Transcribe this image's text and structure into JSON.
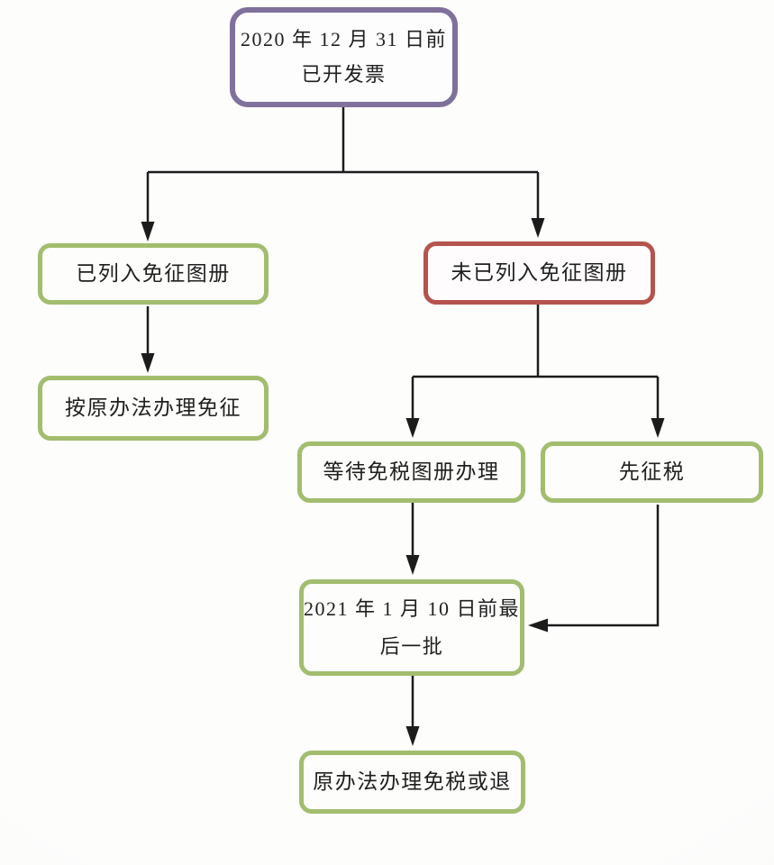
{
  "diagram": {
    "type": "flowchart",
    "direction": "top-down",
    "language": "zh-CN",
    "nodes": [
      {
        "id": "invoice-issued",
        "label": "2020 年 12 月 31 日前已开发票",
        "lines": [
          "2020 年 12 月 31 日前",
          "已开发票"
        ],
        "border_color": "#80719c",
        "shape": "rounded-rect"
      },
      {
        "id": "listed-in-exemption-catalog",
        "label": "已列入免征图册",
        "border_color": "#a2bd6e",
        "shape": "rounded-rect"
      },
      {
        "id": "not-listed-in-exemption-catalog",
        "label": "未已列入免征图册",
        "border_color": "#b5534f",
        "shape": "rounded-rect"
      },
      {
        "id": "exemption-per-original-method",
        "label": "按原办法办理免征",
        "border_color": "#a2bd6e",
        "shape": "rounded-rect"
      },
      {
        "id": "wait-exemption-catalog",
        "label": "等待免税图册办理",
        "border_color": "#a2bd6e",
        "shape": "rounded-rect"
      },
      {
        "id": "tax-first",
        "label": "先征税",
        "border_color": "#a2bd6e",
        "shape": "rounded-rect"
      },
      {
        "id": "last-batch-before-2021-01-10",
        "label": "2021 年 1 月 10 日前最后一批",
        "lines": [
          "2021 年 1 月 10 日前最",
          "后一批"
        ],
        "border_color": "#a2bd6e",
        "shape": "rounded-rect"
      },
      {
        "id": "exemption-or-refund-original-method",
        "label": "原办法办理免税或退",
        "border_color": "#a2bd6e",
        "shape": "rounded-rect"
      }
    ],
    "edges": [
      {
        "from": "invoice-issued",
        "to": "listed-in-exemption-catalog",
        "arrow": "end"
      },
      {
        "from": "invoice-issued",
        "to": "not-listed-in-exemption-catalog",
        "arrow": "end"
      },
      {
        "from": "listed-in-exemption-catalog",
        "to": "exemption-per-original-method",
        "arrow": "end"
      },
      {
        "from": "not-listed-in-exemption-catalog",
        "to": "wait-exemption-catalog",
        "arrow": "end"
      },
      {
        "from": "not-listed-in-exemption-catalog",
        "to": "tax-first",
        "arrow": "end"
      },
      {
        "from": "wait-exemption-catalog",
        "to": "last-batch-before-2021-01-10",
        "arrow": "end"
      },
      {
        "from": "tax-first",
        "to": "last-batch-before-2021-01-10",
        "arrow": "end"
      },
      {
        "from": "last-batch-before-2021-01-10",
        "to": "exemption-or-refund-original-method",
        "arrow": "end"
      }
    ],
    "colors": {
      "accent_purple": "#80719c",
      "accent_green": "#a2bd6e",
      "accent_red": "#b5534f",
      "line": "#1c1c1c",
      "text": "#1f1f1f",
      "background": "#fdfdfc"
    }
  }
}
